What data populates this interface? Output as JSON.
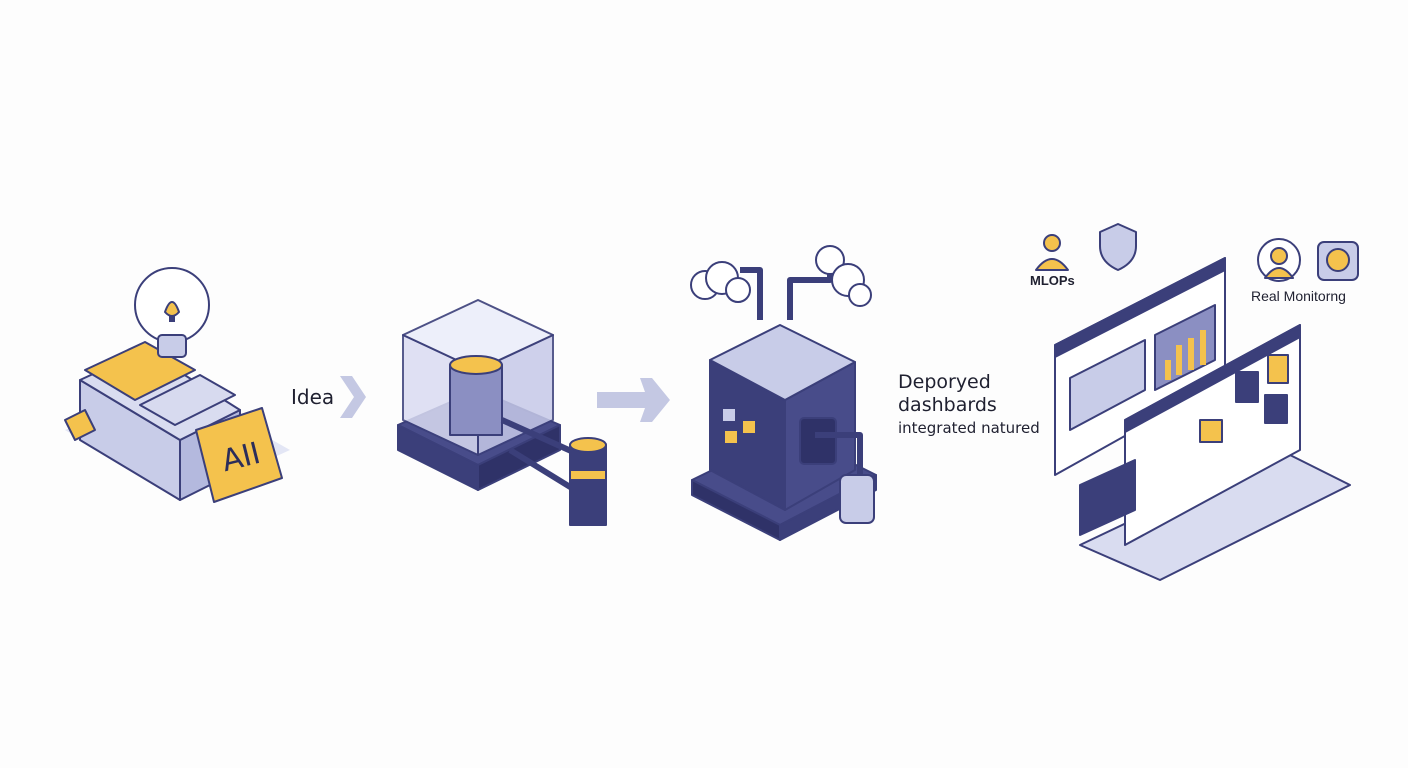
{
  "stages": {
    "idea_label": "Idea",
    "note_text": "AII",
    "deployed_title_line1": "Deporyed",
    "deployed_title_line2": "dashbards",
    "deployed_subtitle": "integrated natured",
    "mlops_label": "MLOPs",
    "monitoring_label": "Real Monitorng"
  },
  "colors": {
    "navy": "#3b3f7a",
    "yellow": "#f4c24d",
    "lavender": "#c8cce8",
    "arrow": "#c4c8e3"
  }
}
